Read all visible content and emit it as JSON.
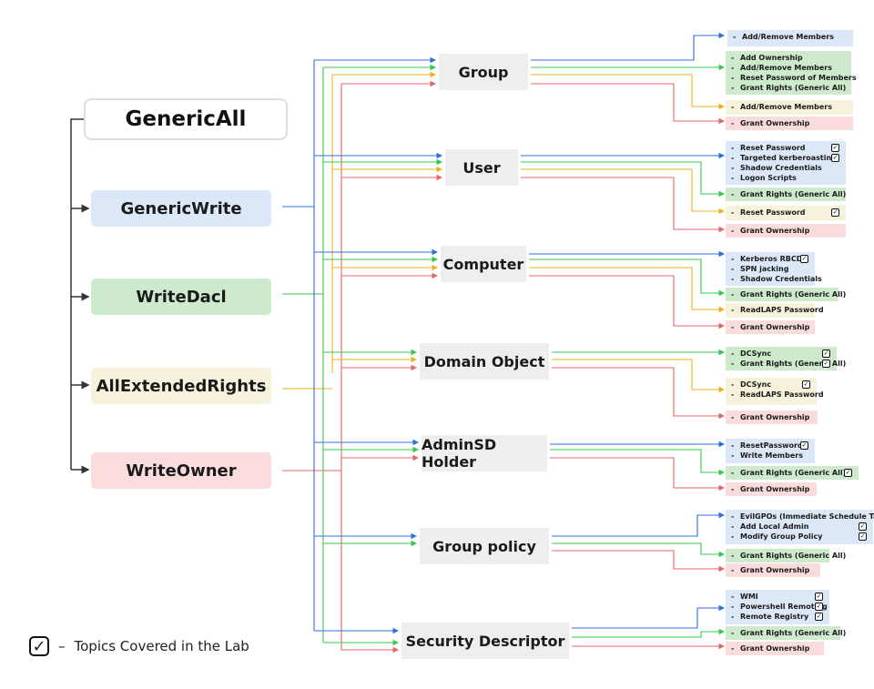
{
  "colors": {
    "blue": "#2e6fe0",
    "green": "#35c84f",
    "yellow": "#e6b41e",
    "red": "#e56666",
    "dark": "#333333",
    "blue_bg": "#dce8f8",
    "green_bg": "#cdeacd",
    "yellow_bg": "#f7f2dc",
    "red_bg": "#fbdcdc",
    "target_bg": "#eeeeee"
  },
  "permissions": {
    "generic_all": "GenericAll",
    "generic_write": "GenericWrite",
    "write_dacl": "WriteDacl",
    "all_extended_rights": "AllExtendedRights",
    "write_owner": "WriteOwner"
  },
  "targets": {
    "group": "Group",
    "user": "User",
    "computer": "Computer",
    "domain_object": "Domain Object",
    "adminsd_holder": "AdminSD Holder",
    "group_policy": "Group policy",
    "security_descriptor": "Security Descriptor"
  },
  "groups": [
    {
      "target": "Group",
      "boxes": [
        {
          "color": "blue",
          "items": [
            {
              "text": "Add/Remove Members",
              "checked": false
            }
          ]
        },
        {
          "color": "green",
          "items": [
            {
              "text": "Add Ownership",
              "checked": false
            },
            {
              "text": "Add/Remove Members",
              "checked": false
            },
            {
              "text": "Reset Password of Members",
              "checked": false
            },
            {
              "text": "Grant Rights (Generic All)",
              "checked": false
            }
          ]
        },
        {
          "color": "yellow",
          "items": [
            {
              "text": "Add/Remove Members",
              "checked": false
            }
          ]
        },
        {
          "color": "red",
          "items": [
            {
              "text": "Grant Ownership",
              "checked": false
            }
          ]
        }
      ]
    },
    {
      "target": "User",
      "boxes": [
        {
          "color": "blue",
          "items": [
            {
              "text": "Reset Password",
              "checked": true
            },
            {
              "text": "Targeted kerberoasting",
              "checked": true
            },
            {
              "text": "Shadow Credentials",
              "checked": false
            },
            {
              "text": "Logon Scripts",
              "checked": false
            }
          ]
        },
        {
          "color": "green",
          "items": [
            {
              "text": "Grant Rights (Generic All)",
              "checked": false
            }
          ]
        },
        {
          "color": "yellow",
          "items": [
            {
              "text": "Reset Password",
              "checked": true
            }
          ]
        },
        {
          "color": "red",
          "items": [
            {
              "text": "Grant Ownership",
              "checked": false
            }
          ]
        }
      ]
    },
    {
      "target": "Computer",
      "boxes": [
        {
          "color": "blue",
          "items": [
            {
              "text": "Kerberos RBCD",
              "checked": true
            },
            {
              "text": "SPN jacking",
              "checked": false
            },
            {
              "text": "Shadow Credentials",
              "checked": false
            }
          ]
        },
        {
          "color": "green",
          "items": [
            {
              "text": "Grant Rights (Generic All)",
              "checked": false
            }
          ]
        },
        {
          "color": "yellow",
          "items": [
            {
              "text": "ReadLAPS Password",
              "checked": false
            }
          ]
        },
        {
          "color": "red",
          "items": [
            {
              "text": "Grant Ownership",
              "checked": false
            }
          ]
        }
      ]
    },
    {
      "target": "Domain Object",
      "boxes": [
        {
          "color": "green",
          "items": [
            {
              "text": "DCSync",
              "checked": true
            },
            {
              "text": "Grant Rights (Generic All)",
              "checked": true
            }
          ]
        },
        {
          "color": "yellow",
          "items": [
            {
              "text": "DCSync",
              "checked": true
            },
            {
              "text": "ReadLAPS Password",
              "checked": false
            }
          ]
        },
        {
          "color": "red",
          "items": [
            {
              "text": "Grant Ownership",
              "checked": false
            }
          ]
        }
      ]
    },
    {
      "target": "AdminSD Holder",
      "boxes": [
        {
          "color": "blue",
          "items": [
            {
              "text": "ResetPassword",
              "checked": true
            },
            {
              "text": "Write Members",
              "checked": false
            }
          ]
        },
        {
          "color": "green",
          "items": [
            {
              "text": "Grant Rights (Generic All)",
              "checked": true
            }
          ]
        },
        {
          "color": "red",
          "items": [
            {
              "text": "Grant Ownership",
              "checked": false
            }
          ]
        }
      ]
    },
    {
      "target": "Group policy",
      "boxes": [
        {
          "color": "blue",
          "items": [
            {
              "text": "EvilGPOs (Immediate Schedule Task)",
              "checked": false
            },
            {
              "text": "Add Local Admin",
              "checked": true
            },
            {
              "text": "Modify Group Policy",
              "checked": true
            }
          ]
        },
        {
          "color": "green",
          "items": [
            {
              "text": "Grant Rights (Generic All)",
              "checked": false
            }
          ]
        },
        {
          "color": "red",
          "items": [
            {
              "text": "Grant Ownership",
              "checked": false
            }
          ]
        }
      ]
    },
    {
      "target": "Security Descriptor",
      "boxes": [
        {
          "color": "blue",
          "items": [
            {
              "text": "WMI",
              "checked": true
            },
            {
              "text": "Powershell Remoting",
              "checked": true
            },
            {
              "text": "Remote Registry",
              "checked": true
            }
          ]
        },
        {
          "color": "green",
          "items": [
            {
              "text": "Grant Rights (Generic All)",
              "checked": false
            }
          ]
        },
        {
          "color": "red",
          "items": [
            {
              "text": "Grant Ownership",
              "checked": false
            }
          ]
        }
      ]
    }
  ],
  "legend": {
    "icon": "checkbox-checked-icon",
    "dash": "–",
    "text": "Topics Covered in the Lab"
  }
}
